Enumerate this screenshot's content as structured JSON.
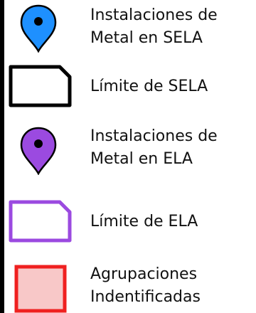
{
  "legend": {
    "items": [
      {
        "icon": "blue-map-pin-icon",
        "lines": [
          "Instalaciones de",
          "Metal en SELA"
        ],
        "color": "#1e90ff"
      },
      {
        "icon": "black-boundary-outline-icon",
        "lines": [
          "Límite de SELA"
        ],
        "color": "#000000"
      },
      {
        "icon": "purple-map-pin-icon",
        "lines": [
          "Instalaciones de",
          "Metal en ELA"
        ],
        "color": "#9b4ae0"
      },
      {
        "icon": "purple-boundary-outline-icon",
        "lines": [
          "Límite de ELA"
        ],
        "color": "#9b4ae0"
      },
      {
        "icon": "red-filled-square-icon",
        "lines": [
          "Agrupaciones",
          "Indentificadas"
        ],
        "color": "#ef2020",
        "fill": "#f8c8c8"
      }
    ]
  }
}
